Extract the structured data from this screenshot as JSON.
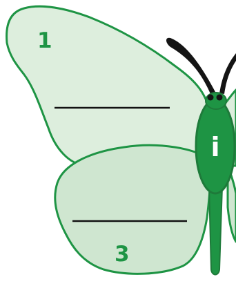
{
  "colors": {
    "outline": "#1e9444",
    "wing_fill": "#ddeedd",
    "wing_fill_lower": "#cfe6d0",
    "body_fill": "#1e9444",
    "antenna": "#141414",
    "label": "#1e9444",
    "body_label": "#ffffff",
    "answer_line": "#111111"
  },
  "labels": {
    "upper_wing": "1",
    "lower_wing": "3",
    "body": "i"
  },
  "icons": {
    "upper_wing": "butterfly-upper-wing",
    "lower_wing": "butterfly-lower-wing",
    "body": "butterfly-body",
    "head": "butterfly-head",
    "antennae": "butterfly-antennae"
  }
}
